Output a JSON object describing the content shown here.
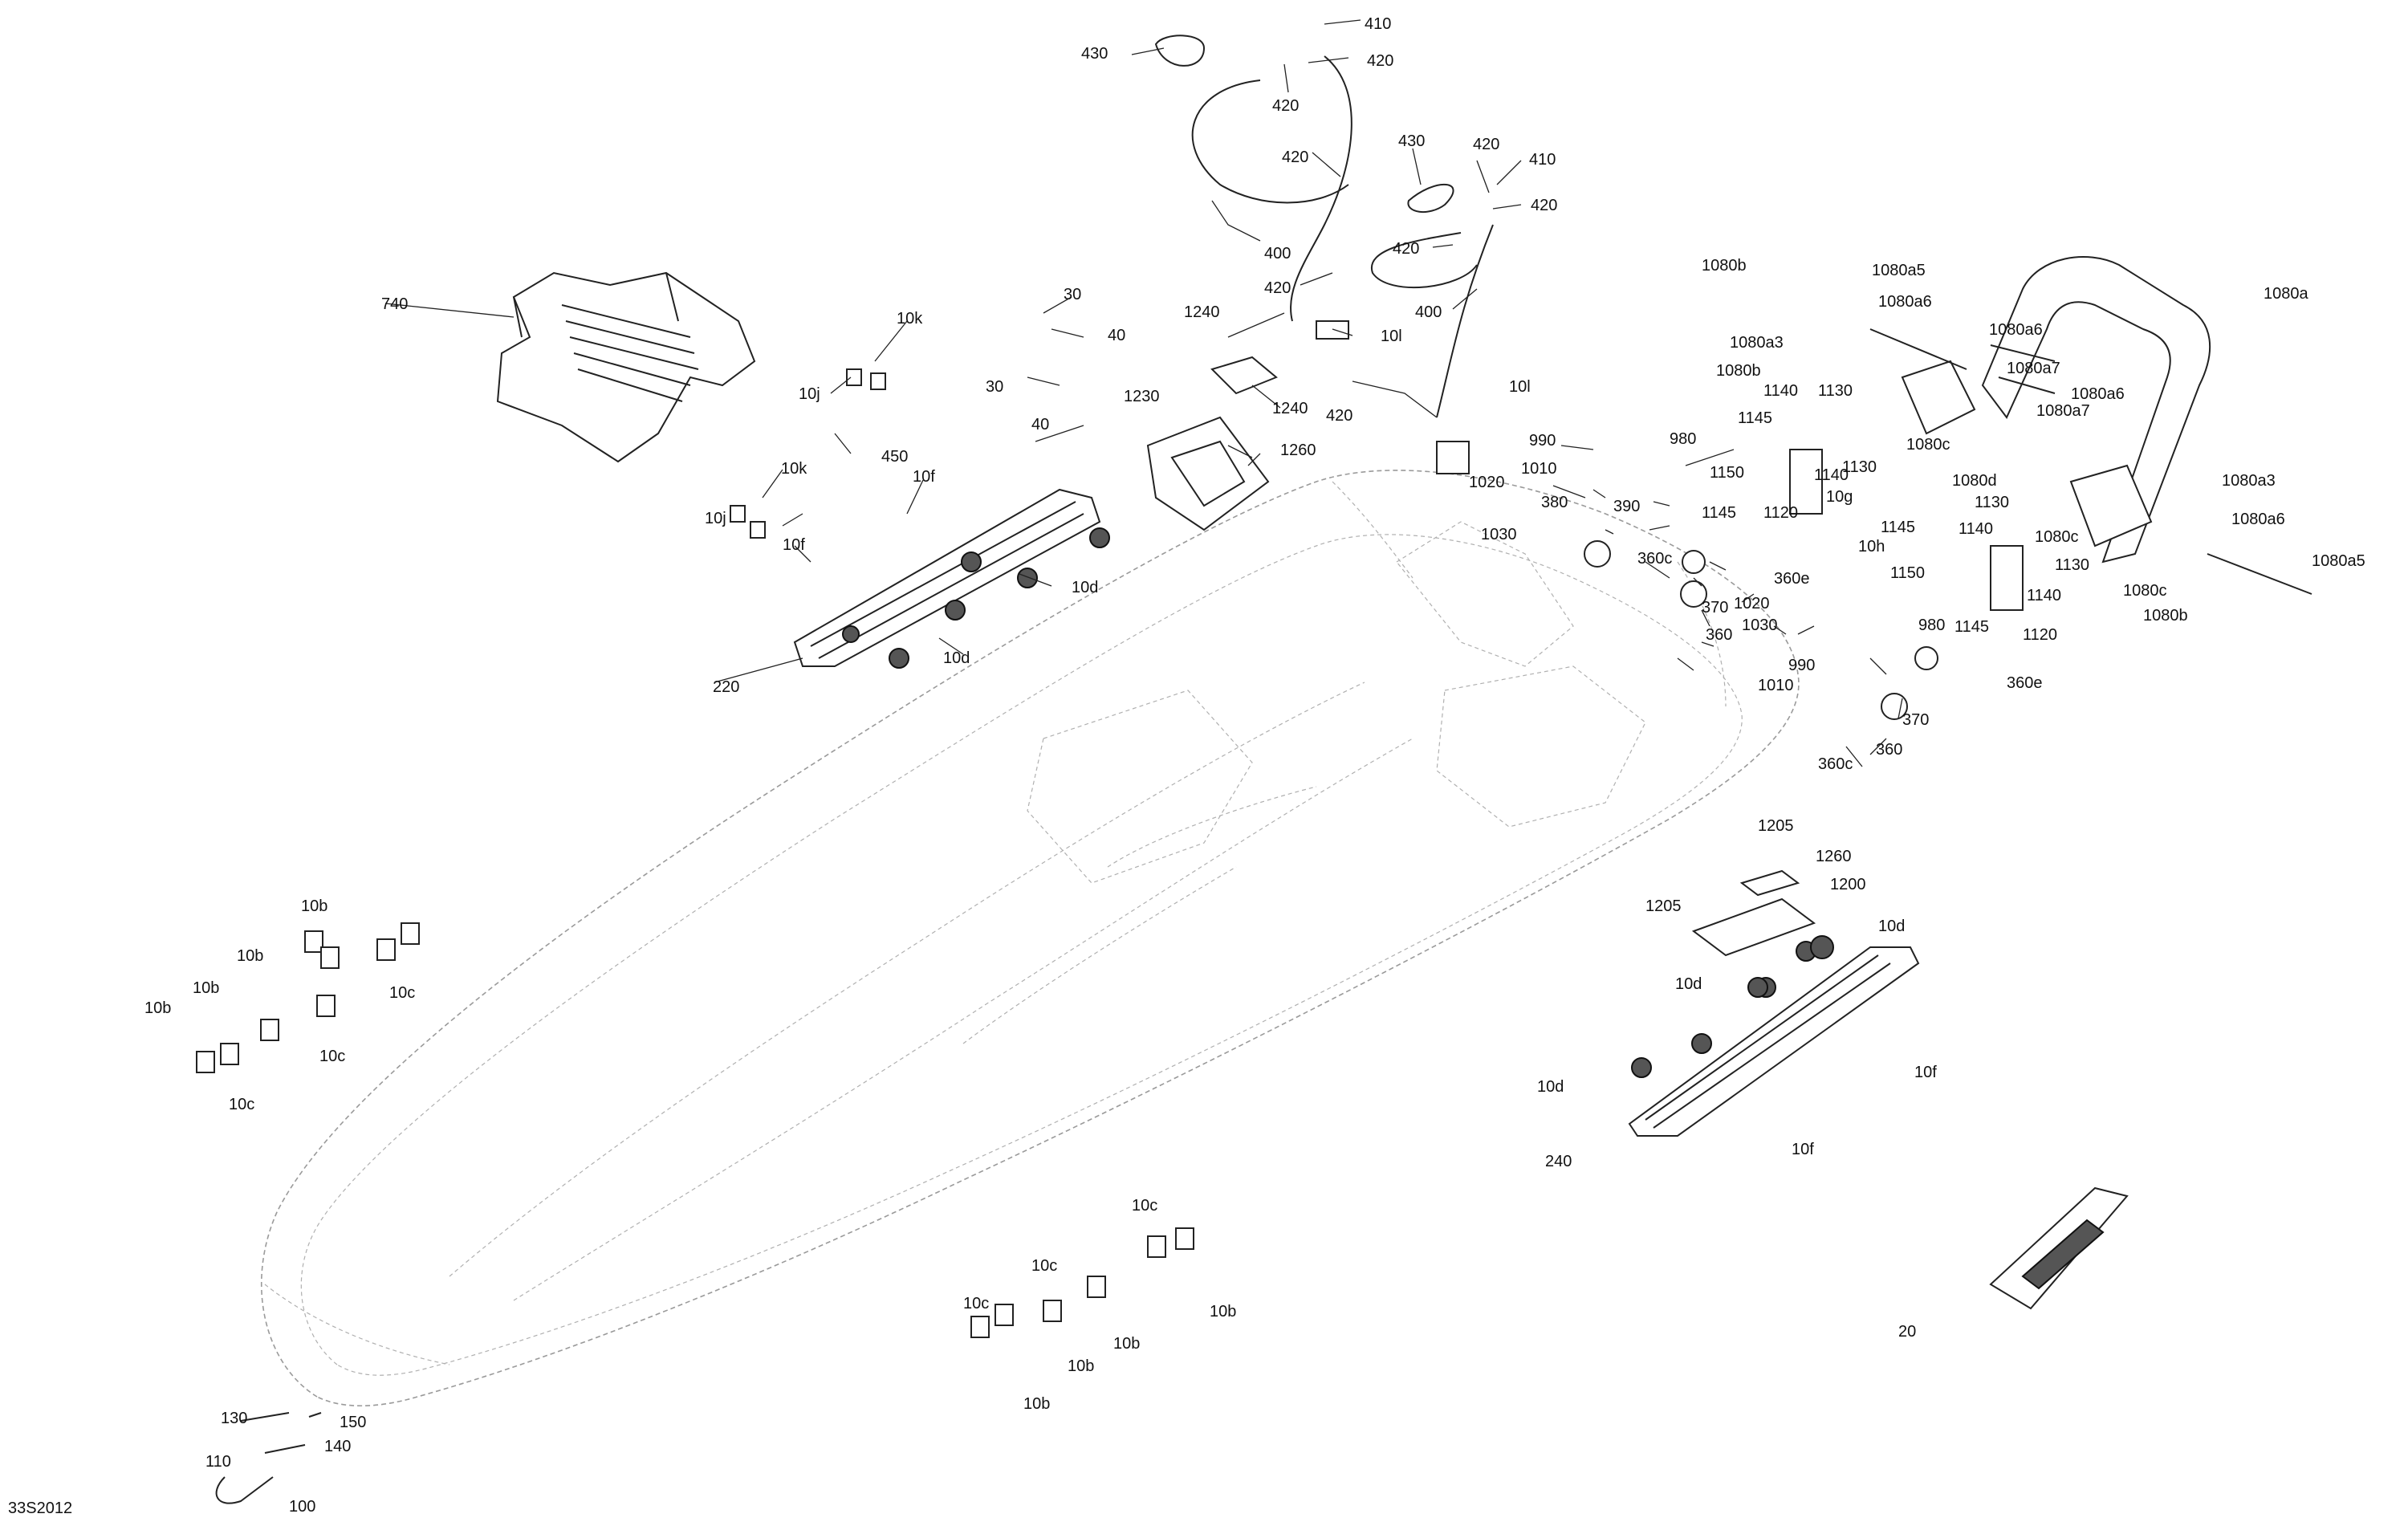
{
  "diagram": {
    "code": "33S2012",
    "labels": [
      {
        "id": "l430a",
        "text": "430"
      },
      {
        "id": "l410a",
        "text": "410"
      },
      {
        "id": "l420a",
        "text": "420"
      },
      {
        "id": "l420b",
        "text": "420"
      },
      {
        "id": "l420c",
        "text": "420"
      },
      {
        "id": "l400a",
        "text": "400"
      },
      {
        "id": "l420d",
        "text": "420"
      },
      {
        "id": "l430b",
        "text": "430"
      },
      {
        "id": "l420e",
        "text": "420"
      },
      {
        "id": "l410b",
        "text": "410"
      },
      {
        "id": "l420f",
        "text": "420"
      },
      {
        "id": "l420g",
        "text": "420"
      },
      {
        "id": "l400b",
        "text": "400"
      },
      {
        "id": "l10l_a",
        "text": "10l"
      },
      {
        "id": "l420h",
        "text": "420"
      },
      {
        "id": "l10l_b",
        "text": "10l"
      },
      {
        "id": "l740",
        "text": "740"
      },
      {
        "id": "l10k_a",
        "text": "10k"
      },
      {
        "id": "l10j_a",
        "text": "10j"
      },
      {
        "id": "l30a",
        "text": "30"
      },
      {
        "id": "l40a",
        "text": "40"
      },
      {
        "id": "l30b",
        "text": "30"
      },
      {
        "id": "l40b",
        "text": "40"
      },
      {
        "id": "l450",
        "text": "450"
      },
      {
        "id": "l1240a",
        "text": "1240"
      },
      {
        "id": "l1240b",
        "text": "1240"
      },
      {
        "id": "l1230",
        "text": "1230"
      },
      {
        "id": "l1260a",
        "text": "1260"
      },
      {
        "id": "l10k_b",
        "text": "10k"
      },
      {
        "id": "l10j_b",
        "text": "10j"
      },
      {
        "id": "l10f_a",
        "text": "10f"
      },
      {
        "id": "l10f_b",
        "text": "10f"
      },
      {
        "id": "l10d_a",
        "text": "10d"
      },
      {
        "id": "l10d_b",
        "text": "10d"
      },
      {
        "id": "l220",
        "text": "220"
      },
      {
        "id": "l990a",
        "text": "990"
      },
      {
        "id": "l980a",
        "text": "980"
      },
      {
        "id": "l1010a",
        "text": "1010"
      },
      {
        "id": "l1020a",
        "text": "1020"
      },
      {
        "id": "l380",
        "text": "380"
      },
      {
        "id": "l390",
        "text": "390"
      },
      {
        "id": "l1030a",
        "text": "1030"
      },
      {
        "id": "l360c_a",
        "text": "360c"
      },
      {
        "id": "l370a",
        "text": "370"
      },
      {
        "id": "l360a",
        "text": "360"
      },
      {
        "id": "l360e_a",
        "text": "360e"
      },
      {
        "id": "l1020b",
        "text": "1020"
      },
      {
        "id": "l1030b",
        "text": "1030"
      },
      {
        "id": "l990b",
        "text": "990"
      },
      {
        "id": "l1010b",
        "text": "1010"
      },
      {
        "id": "l980b",
        "text": "980"
      },
      {
        "id": "l360e_b",
        "text": "360e"
      },
      {
        "id": "l370b",
        "text": "370"
      },
      {
        "id": "l360b",
        "text": "360"
      },
      {
        "id": "l360c_b",
        "text": "360c"
      },
      {
        "id": "l1080b_a",
        "text": "1080b"
      },
      {
        "id": "l1080a5_a",
        "text": "1080a5"
      },
      {
        "id": "l1080a6_a",
        "text": "1080a6"
      },
      {
        "id": "l1080a",
        "text": "1080a"
      },
      {
        "id": "l1080a3_a",
        "text": "1080a3"
      },
      {
        "id": "l1080a6_b",
        "text": "1080a6"
      },
      {
        "id": "l1080b_b",
        "text": "1080b"
      },
      {
        "id": "l1080a7_a",
        "text": "1080a7"
      },
      {
        "id": "l1140a",
        "text": "1140"
      },
      {
        "id": "l1130a",
        "text": "1130"
      },
      {
        "id": "l1145a",
        "text": "1145"
      },
      {
        "id": "l1080a6_c",
        "text": "1080a6"
      },
      {
        "id": "l1080a7_b",
        "text": "1080a7"
      },
      {
        "id": "l1080c_a",
        "text": "1080c"
      },
      {
        "id": "l1130b",
        "text": "1130"
      },
      {
        "id": "l1150a",
        "text": "1150"
      },
      {
        "id": "l1140b",
        "text": "1140"
      },
      {
        "id": "l1080d",
        "text": "1080d"
      },
      {
        "id": "l1080a3_b",
        "text": "1080a3"
      },
      {
        "id": "l1145b",
        "text": "1145"
      },
      {
        "id": "l1120a",
        "text": "1120"
      },
      {
        "id": "l10g",
        "text": "10g"
      },
      {
        "id": "l1130c",
        "text": "1130"
      },
      {
        "id": "l1080c_b",
        "text": "1080c"
      },
      {
        "id": "l1080a6_d",
        "text": "1080a6"
      },
      {
        "id": "l1145c",
        "text": "1145"
      },
      {
        "id": "l1140c",
        "text": "1140"
      },
      {
        "id": "l10h",
        "text": "10h"
      },
      {
        "id": "l1130d",
        "text": "1130"
      },
      {
        "id": "l1080a5_b",
        "text": "1080a5"
      },
      {
        "id": "l1150b",
        "text": "1150"
      },
      {
        "id": "l1140d",
        "text": "1140"
      },
      {
        "id": "l1080c_c",
        "text": "1080c"
      },
      {
        "id": "l1145d",
        "text": "1145"
      },
      {
        "id": "l1120b",
        "text": "1120"
      },
      {
        "id": "l1080b_c",
        "text": "1080b"
      },
      {
        "id": "l1205a",
        "text": "1205"
      },
      {
        "id": "l1260b",
        "text": "1260"
      },
      {
        "id": "l1205b",
        "text": "1205"
      },
      {
        "id": "l1200",
        "text": "1200"
      },
      {
        "id": "l10d_c",
        "text": "10d"
      },
      {
        "id": "l10d_d",
        "text": "10d"
      },
      {
        "id": "l10f_c",
        "text": "10f"
      },
      {
        "id": "l10d_e",
        "text": "10d"
      },
      {
        "id": "l10f_d",
        "text": "10f"
      },
      {
        "id": "l240",
        "text": "240"
      },
      {
        "id": "l20",
        "text": "20"
      },
      {
        "id": "l10b_a",
        "text": "10b"
      },
      {
        "id": "l10b_b",
        "text": "10b"
      },
      {
        "id": "l10b_c",
        "text": "10b"
      },
      {
        "id": "l10b_d",
        "text": "10b"
      },
      {
        "id": "l10c_a",
        "text": "10c"
      },
      {
        "id": "l10c_b",
        "text": "10c"
      },
      {
        "id": "l10c_c",
        "text": "10c"
      },
      {
        "id": "l10c_d",
        "text": "10c"
      },
      {
        "id": "l10c_e",
        "text": "10c"
      },
      {
        "id": "l10c_f",
        "text": "10c"
      },
      {
        "id": "l10b_e",
        "text": "10b"
      },
      {
        "id": "l10b_f",
        "text": "10b"
      },
      {
        "id": "l10b_g",
        "text": "10b"
      },
      {
        "id": "l10b_h",
        "text": "10b"
      },
      {
        "id": "l130",
        "text": "130"
      },
      {
        "id": "l150",
        "text": "150"
      },
      {
        "id": "l140",
        "text": "140"
      },
      {
        "id": "l110",
        "text": "110"
      },
      {
        "id": "l100",
        "text": "100"
      }
    ]
  }
}
